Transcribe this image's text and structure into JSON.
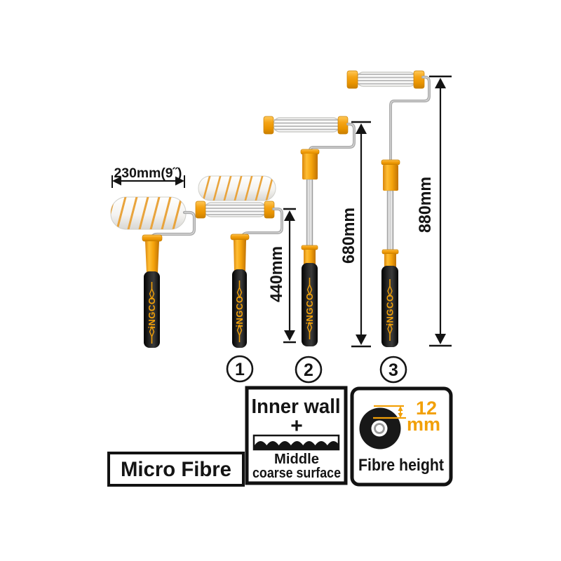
{
  "brand": {
    "logo": "iNGCO"
  },
  "rollers": {
    "a": {
      "width_label": "230mm(9˝)"
    },
    "one": {
      "num": "1",
      "height_label": "440mm"
    },
    "two": {
      "num": "2",
      "height_label": "680mm"
    },
    "three": {
      "num": "3",
      "height_label": "880mm"
    }
  },
  "info": {
    "material": "Micro Fibre",
    "application": {
      "line1": "Inner wall",
      "plus": "+",
      "line2": "Middle",
      "line3": "coarse surface"
    },
    "fibre": {
      "value": "12",
      "unit": "mm",
      "label": "Fibre height"
    }
  },
  "colors": {
    "accent_orange": "#F2A007",
    "cap_orange": "#F5A416",
    "ink_black": "#141414",
    "metal_gray": "#ABABAB",
    "stripe_orange": "#E9A43C"
  },
  "icons": {
    "wavy_surface": "wavy-surface-icon",
    "roller_disc": "roller-end-disc-icon"
  }
}
